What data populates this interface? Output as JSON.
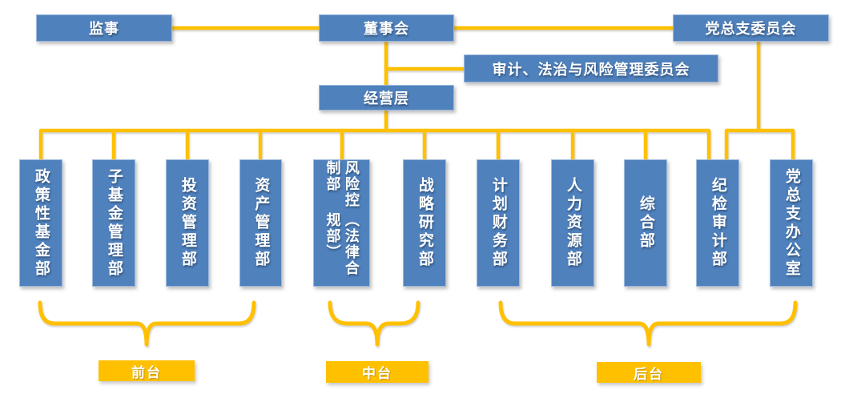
{
  "palette": {
    "node_fill": "#4F81BD",
    "node_border": "#9DB9DC",
    "connector": "#FFC000",
    "group_label_fill": "#FFC000",
    "text": "#FFFFFF"
  },
  "governance": {
    "supervisor": "监事",
    "board": "董事会",
    "party_committee": "党总支委员会",
    "audit_committee": "审计、法治与风险管理委员会",
    "management": "经营层"
  },
  "departments": [
    {
      "label": "政策性基金部"
    },
    {
      "label": "子基金管理部"
    },
    {
      "label": "投资管理部"
    },
    {
      "label": "资产管理部"
    },
    {
      "label": "风险控制部",
      "label_secondary": "（法律合规部）"
    },
    {
      "label": "战略研究部"
    },
    {
      "label": "计划财务部"
    },
    {
      "label": "人力资源部"
    },
    {
      "label": "综合部"
    },
    {
      "label": "纪检审计部"
    },
    {
      "label": "党总支办公室"
    }
  ],
  "groups": [
    {
      "label": "前台"
    },
    {
      "label": "中台"
    },
    {
      "label": "后台"
    }
  ]
}
